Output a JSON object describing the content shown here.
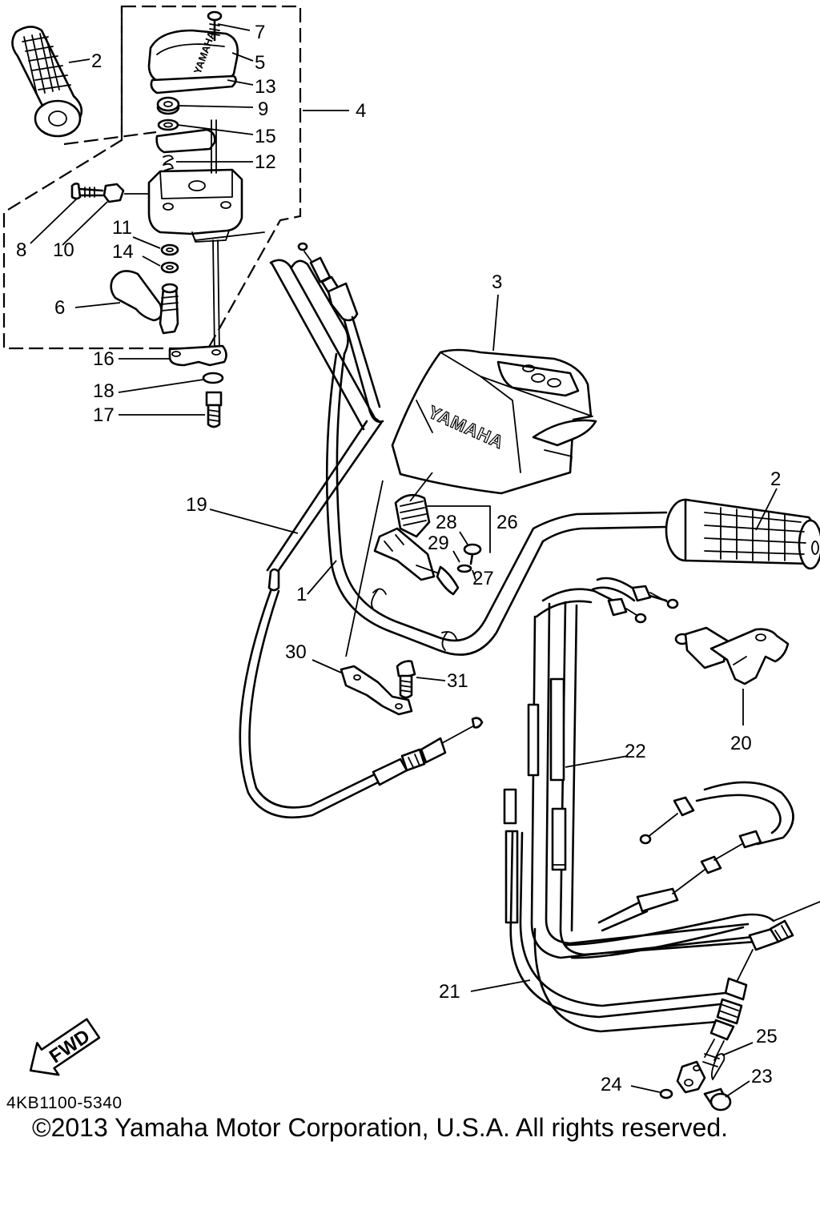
{
  "diagram": {
    "part_labels": {
      "p1": "1",
      "p2a": "2",
      "p2b": "2",
      "p3": "3",
      "p4": "4",
      "p5": "5",
      "p6": "6",
      "p7": "7",
      "p8": "8",
      "p9": "9",
      "p10": "10",
      "p11": "11",
      "p12": "12",
      "p13": "13",
      "p14": "14",
      "p15": "15",
      "p16": "16",
      "p17": "17",
      "p18": "18",
      "p19": "19",
      "p20": "20",
      "p21": "21",
      "p22": "22",
      "p23": "23",
      "p24": "24",
      "p25": "25",
      "p26": "26",
      "p27": "27",
      "p28": "28",
      "p29": "29",
      "p30": "30",
      "p31": "31"
    },
    "cover_brand": "YAMAHA",
    "housing_brand": "YAMAHA",
    "fwd_label": "FWD"
  },
  "footer": {
    "diagram_code": "4KB1100-5340",
    "copyright": "©2013 Yamaha Motor Corporation, U.S.A. All rights reserved."
  }
}
